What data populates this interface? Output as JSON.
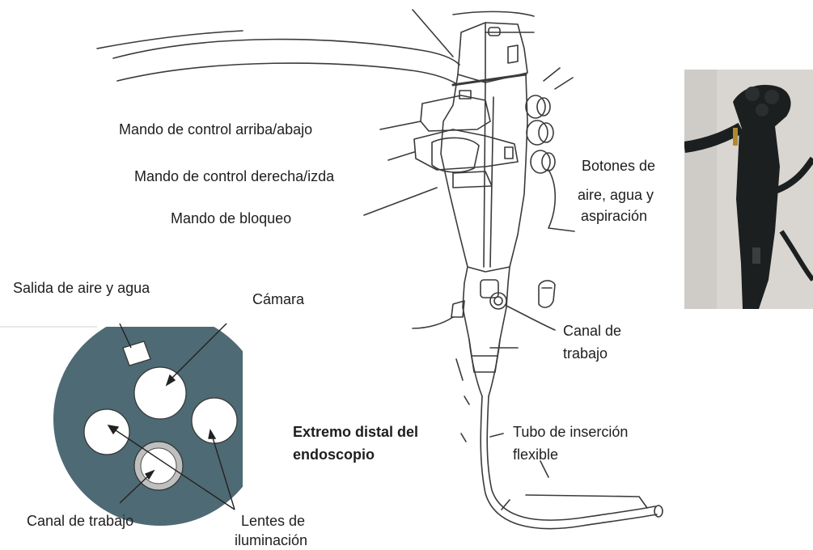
{
  "labels": {
    "mando_arriba_abajo": "Mando de control arriba/abajo",
    "mando_derecha_izda": "Mando de control derecha/izda",
    "mando_bloqueo": "Mando de bloqueo",
    "botones_line1": "Botones de",
    "botones_line2": "aire, agua y",
    "botones_line3": "aspiración",
    "salida_aire_agua": "Salida de aire y agua",
    "camara": "Cámara",
    "canal_trabajo_right_line1": "Canal de",
    "canal_trabajo_right_line2": "trabajo",
    "extremo_line1": "Extremo distal del",
    "extremo_line2": "endoscopio",
    "tubo_line1": "Tubo de inserción",
    "tubo_line2": "flexible",
    "canal_trabajo_bottom": "Canal de trabajo",
    "lentes_line1": "Lentes de",
    "lentes_line2": "iluminación"
  },
  "colors": {
    "distal_face": "#4e6a74",
    "line": "#3a3a3a",
    "text": "#1e1e1e",
    "photo_bg": "#d9d6d2",
    "photo_device": "#1c1f1f"
  },
  "icons": {
    "endoscope": "endoscope-drawing",
    "distal_tip": "distal-tip-diagram",
    "photo": "endoscope-photo"
  }
}
